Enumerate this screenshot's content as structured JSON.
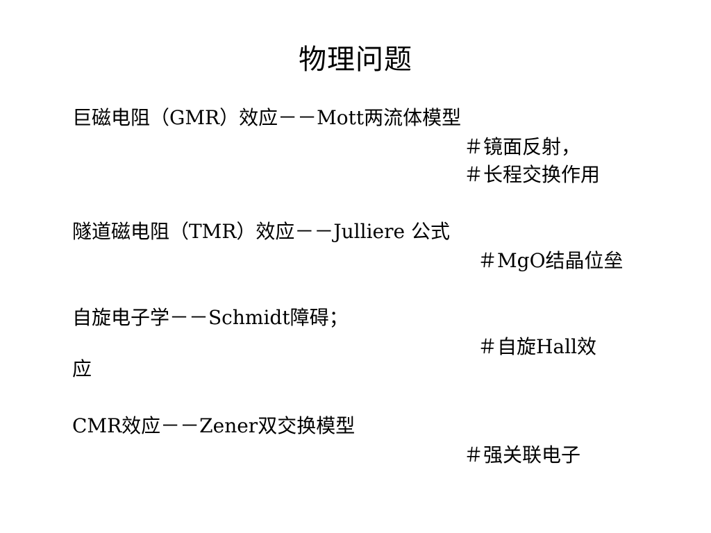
{
  "slide": {
    "title": "物理问题",
    "blocks": [
      {
        "main": "巨磁电阻（GMR）效应－－Mott两流体模型",
        "notes": [
          "＃镜面反射，",
          "＃长程交换作用"
        ]
      },
      {
        "main": "隧道磁电阻（TMR）效应－－Julliere 公式",
        "notes": [
          "＃MgO结晶位垒"
        ]
      },
      {
        "main": "自旋电子学－－Schmidt障碍；",
        "notes": [
          "＃自旋Hall效",
          "应"
        ]
      },
      {
        "main": "CMR效应－－Zener双交换模型",
        "notes": [
          "＃强关联电子"
        ]
      }
    ]
  }
}
